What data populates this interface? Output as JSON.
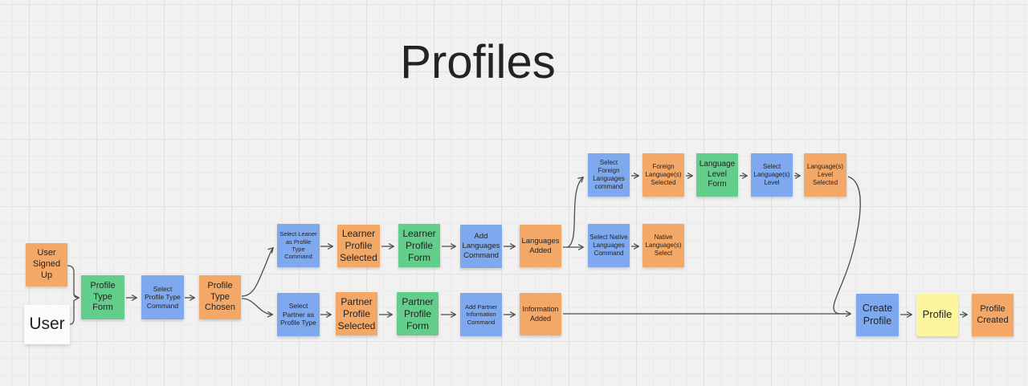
{
  "canvas": {
    "title": "Profiles"
  },
  "colors": {
    "event_orange": "#F4A868",
    "command_blue": "#7FA9EE",
    "form_green": "#63CD8B",
    "aggregate_yellow": "#FBF5A0",
    "actor_white": "#FCFCFC",
    "connector": "#4D4D4D",
    "canvas_background": "#F1F1F1"
  },
  "nodes": {
    "user_signed_up": {
      "label": "User Signed Up",
      "type": "event"
    },
    "user": {
      "label": "User",
      "type": "actor"
    },
    "profile_type_form": {
      "label": "Profile Type Form",
      "type": "form"
    },
    "select_profile_type_command": {
      "label": "Select Profile Type Command",
      "type": "command"
    },
    "profile_type_chosen": {
      "label": "Profile Type Chosen",
      "type": "event"
    },
    "select_learner_as_profile_type_command": {
      "label": "Select Leaner as Profile Type Command",
      "type": "command"
    },
    "learner_profile_selected": {
      "label": "Learner Profile Selected",
      "type": "event"
    },
    "learner_profile_form": {
      "label": "Learner Profile Form",
      "type": "form"
    },
    "add_languages_command": {
      "label": "Add Languages Command",
      "type": "command"
    },
    "languages_added": {
      "label": "Languages Added",
      "type": "event"
    },
    "select_foreign_languages_command": {
      "label": "Select Foreign Languages command",
      "type": "command"
    },
    "foreign_languages_selected": {
      "label": "Foreign Language(s) Selected",
      "type": "event"
    },
    "language_level_form": {
      "label": "Language Level Form",
      "type": "form"
    },
    "select_languages_level": {
      "label": "Select Language(s) Level",
      "type": "command"
    },
    "languages_level_selected": {
      "label": "Language(s) Level Selected",
      "type": "event"
    },
    "select_native_languages_command": {
      "label": "Select Native Languages Command",
      "type": "command"
    },
    "native_languages_select": {
      "label": "Native Language(s) Select",
      "type": "event"
    },
    "select_partner_as_profile_type": {
      "label": "Select Partner as Profile Type",
      "type": "command"
    },
    "partner_profile_selected": {
      "label": "Partner Profile Selected",
      "type": "event"
    },
    "partner_profile_form": {
      "label": "Partner Profile Form",
      "type": "form"
    },
    "add_partner_information_command": {
      "label": "Add Partner Information Command",
      "type": "command"
    },
    "information_added": {
      "label": "Information Added",
      "type": "event"
    },
    "create_profile": {
      "label": "Create Profile",
      "type": "command"
    },
    "profile": {
      "label": "Profile",
      "type": "aggregate"
    },
    "profile_created": {
      "label": "Profile Created",
      "type": "event"
    }
  }
}
